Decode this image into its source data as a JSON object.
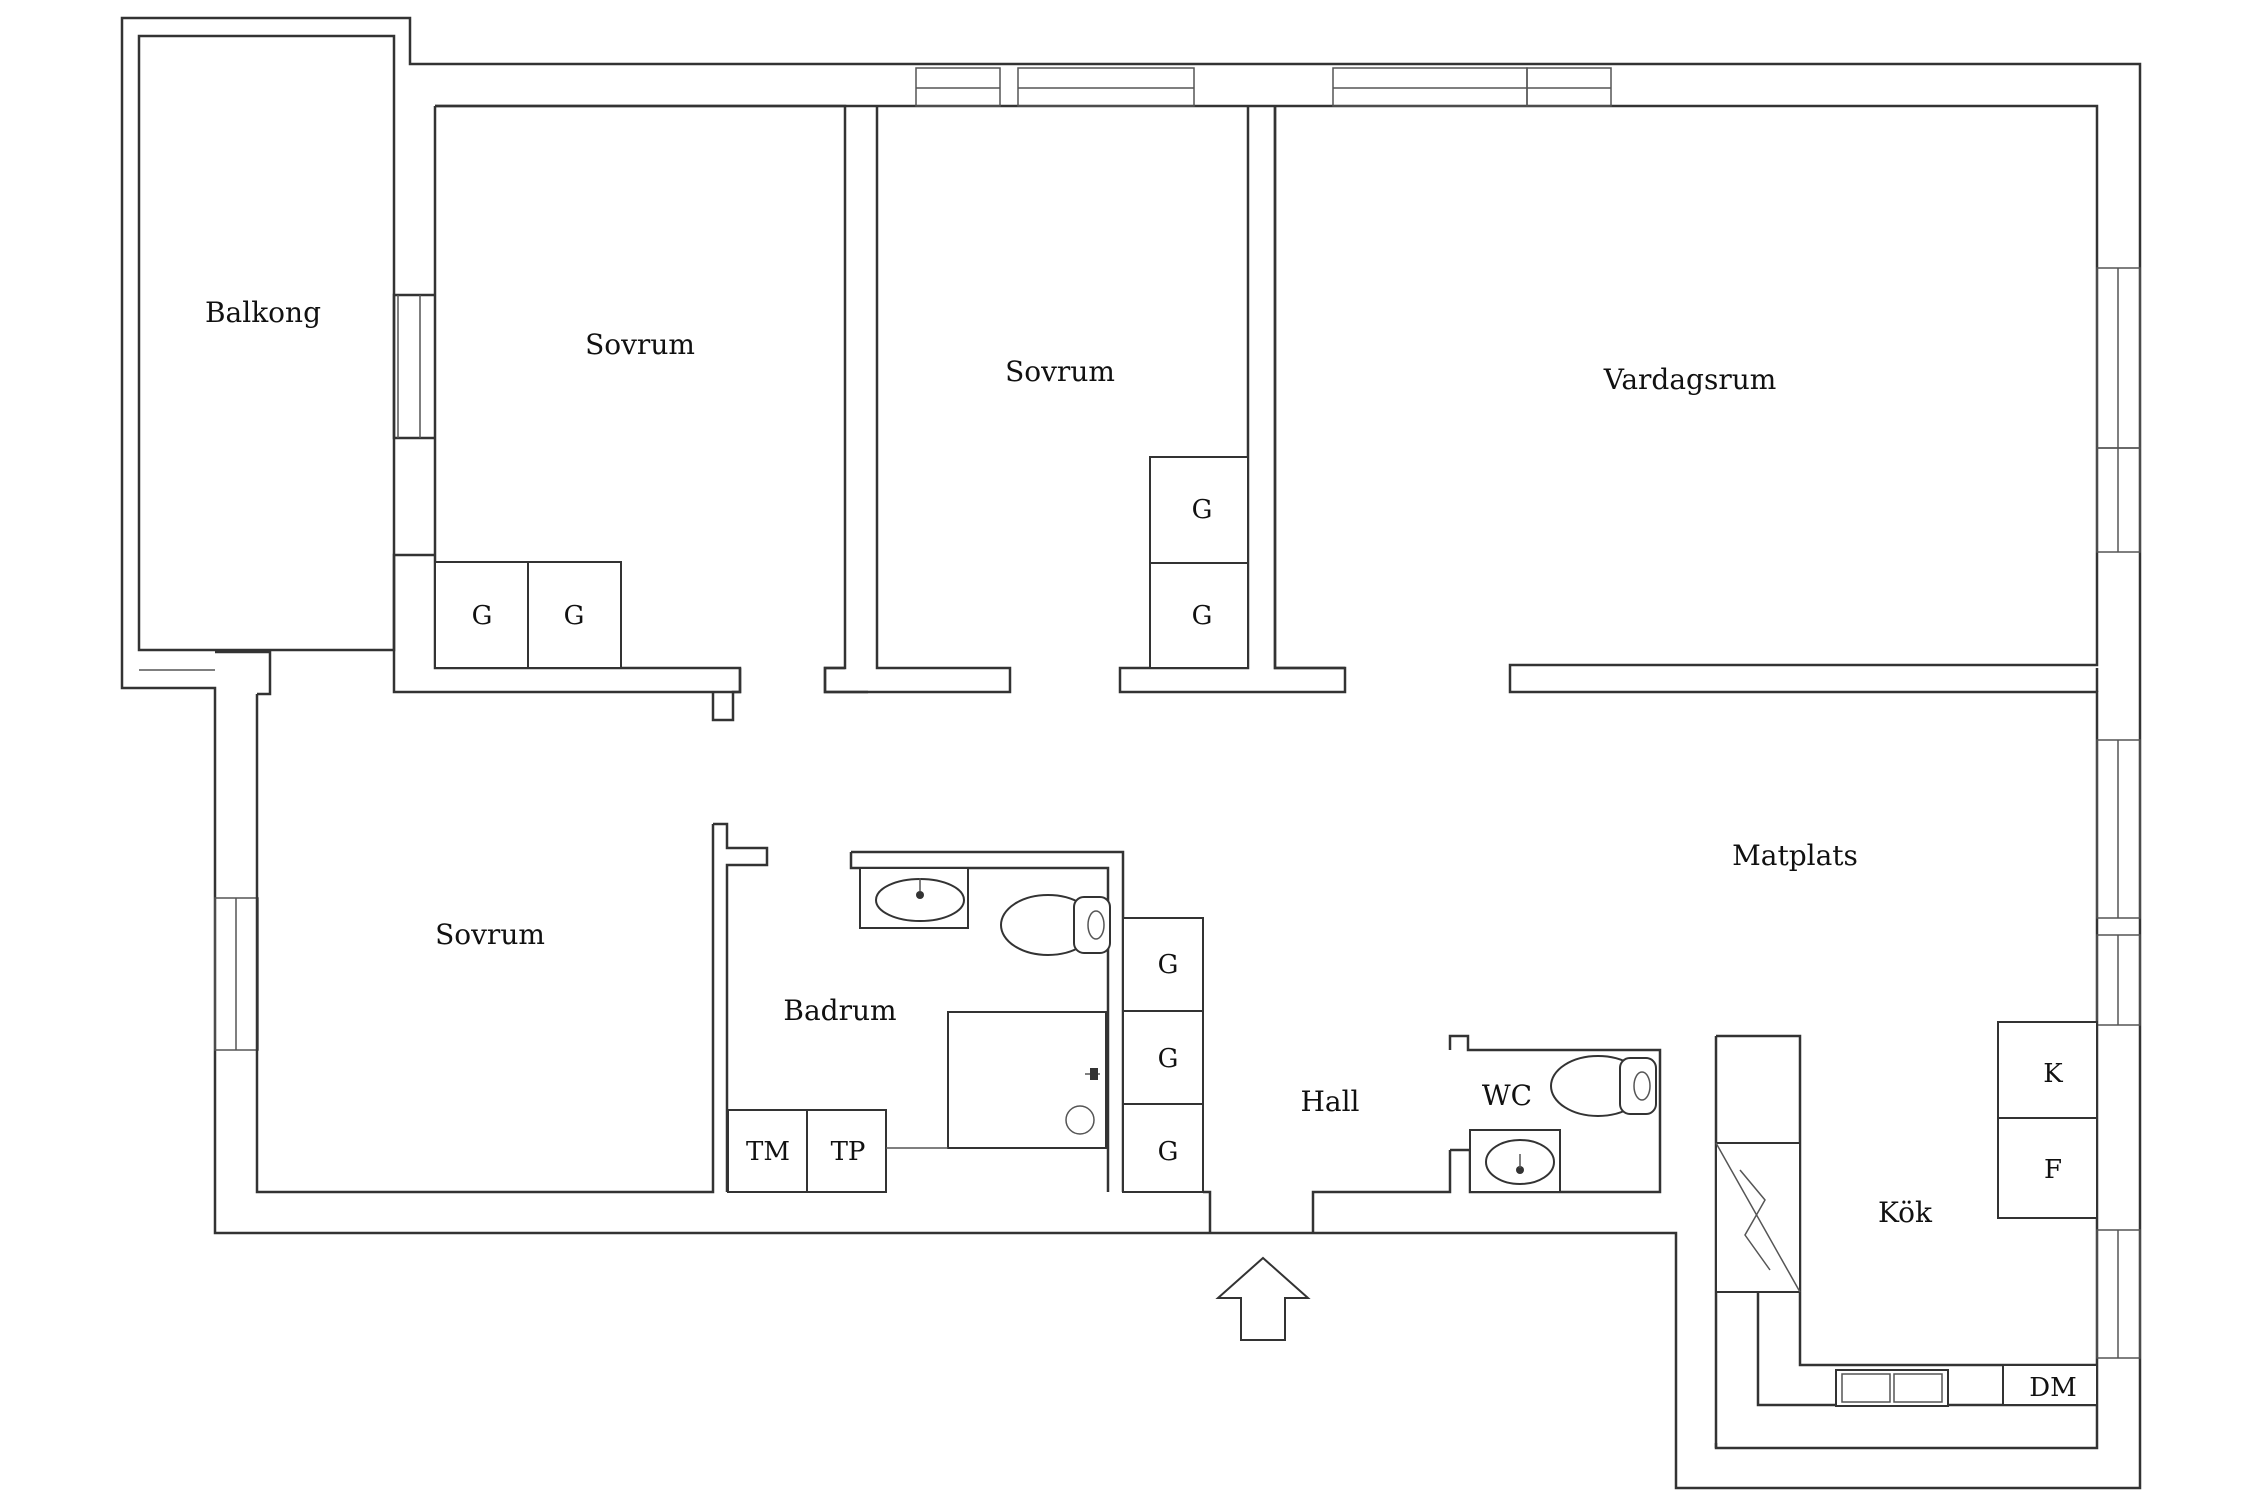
{
  "rooms": {
    "balkong": "Balkong",
    "sovrum_1": "Sovrum",
    "sovrum_2": "Sovrum",
    "sovrum_3": "Sovrum",
    "vardagsrum": "Vardagsrum",
    "matplats": "Matplats",
    "badrum": "Badrum",
    "hall": "Hall",
    "wc": "WC",
    "kok": "Kök"
  },
  "fixtures": {
    "closet": "G",
    "washing_machine": "TM",
    "tumble_dryer": "TP",
    "fridge": "K",
    "freezer": "F",
    "dishwasher": "DM"
  },
  "colors": {
    "line": "#333333",
    "background": "#ffffff"
  }
}
